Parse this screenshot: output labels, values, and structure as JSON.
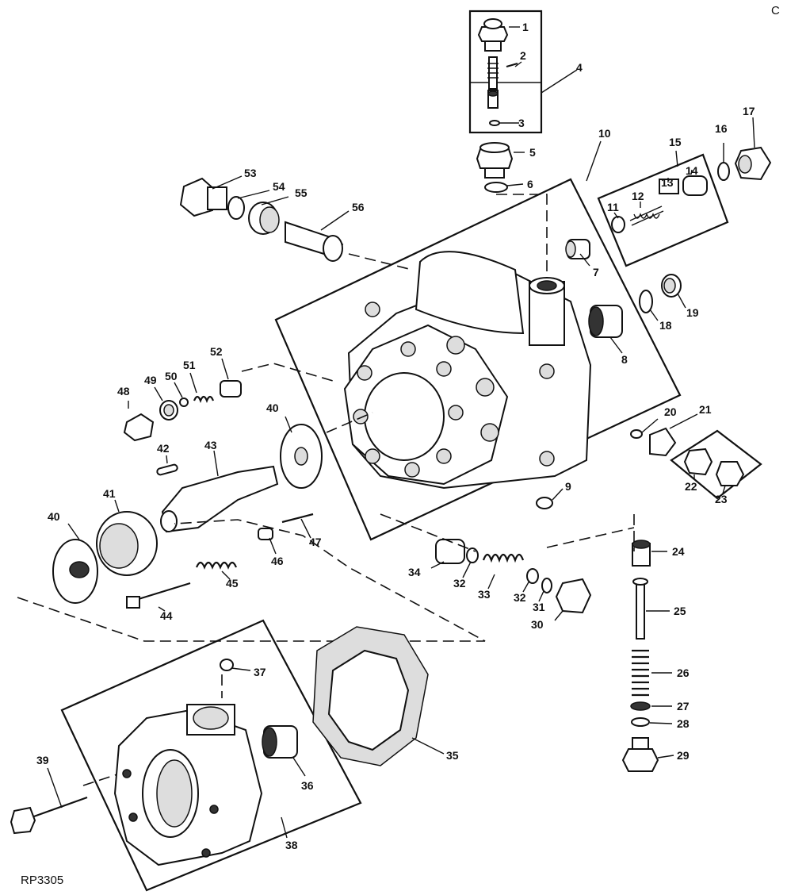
{
  "figure_id": "RP3305",
  "corner_mark": "C",
  "callouts": [
    {
      "n": "1"
    },
    {
      "n": "2"
    },
    {
      "n": "3"
    },
    {
      "n": "4"
    },
    {
      "n": "5"
    },
    {
      "n": "6"
    },
    {
      "n": "7"
    },
    {
      "n": "8"
    },
    {
      "n": "9"
    },
    {
      "n": "10"
    },
    {
      "n": "11"
    },
    {
      "n": "12"
    },
    {
      "n": "13"
    },
    {
      "n": "14"
    },
    {
      "n": "15"
    },
    {
      "n": "16"
    },
    {
      "n": "17"
    },
    {
      "n": "18"
    },
    {
      "n": "19"
    },
    {
      "n": "20"
    },
    {
      "n": "21"
    },
    {
      "n": "22"
    },
    {
      "n": "23"
    },
    {
      "n": "24"
    },
    {
      "n": "25"
    },
    {
      "n": "26"
    },
    {
      "n": "27"
    },
    {
      "n": "28"
    },
    {
      "n": "29"
    },
    {
      "n": "30"
    },
    {
      "n": "31"
    },
    {
      "n": "32"
    },
    {
      "n": "32"
    },
    {
      "n": "33"
    },
    {
      "n": "34"
    },
    {
      "n": "35"
    },
    {
      "n": "36"
    },
    {
      "n": "37"
    },
    {
      "n": "38"
    },
    {
      "n": "39"
    },
    {
      "n": "40"
    },
    {
      "n": "40"
    },
    {
      "n": "41"
    },
    {
      "n": "42"
    },
    {
      "n": "43"
    },
    {
      "n": "44"
    },
    {
      "n": "45"
    },
    {
      "n": "46"
    },
    {
      "n": "47"
    },
    {
      "n": "48"
    },
    {
      "n": "49"
    },
    {
      "n": "50"
    },
    {
      "n": "51"
    },
    {
      "n": "52"
    },
    {
      "n": "53"
    },
    {
      "n": "54"
    },
    {
      "n": "55"
    },
    {
      "n": "56"
    }
  ]
}
